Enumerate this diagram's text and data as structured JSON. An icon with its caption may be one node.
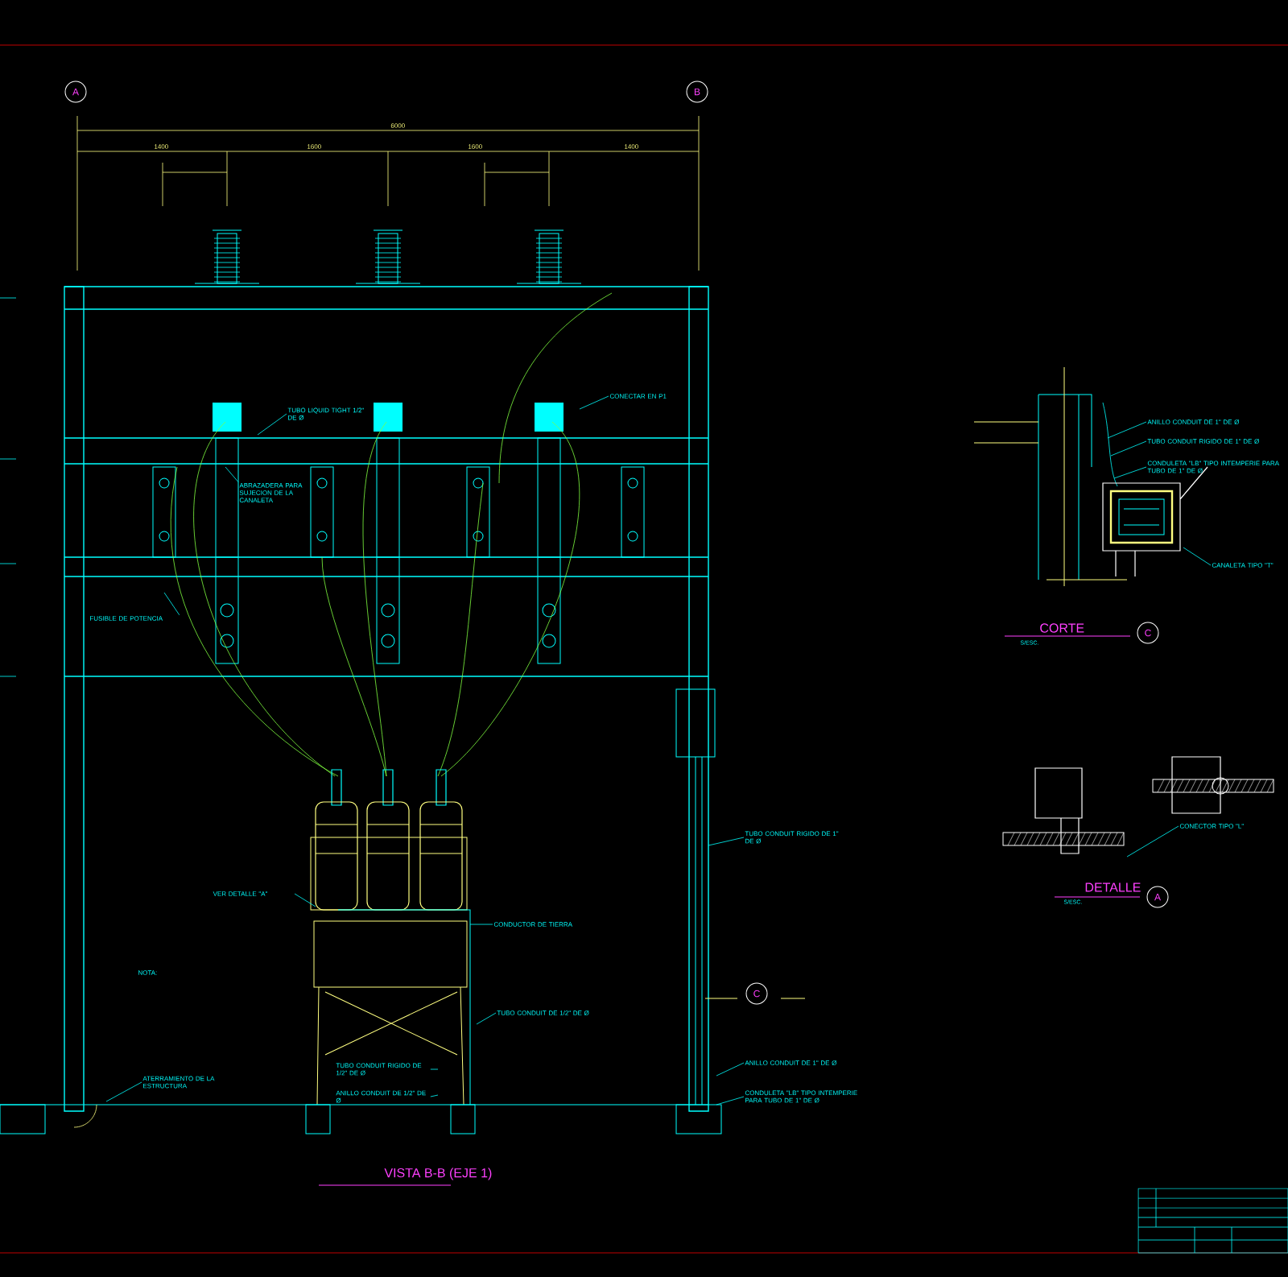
{
  "diagram": {
    "nodes": [
      {
        "text": [
          "A"
        ]
      },
      {
        "text": [
          "B"
        ]
      },
      {
        "text": [
          "TUBO LIQUID TIGHT 1/2\" DE Ø"
        ]
      },
      {
        "text": [
          "ABRAZADERA PARA SUJECION DE LA CANALETA"
        ]
      },
      {
        "text": [
          "CONECTAR EN P1"
        ]
      },
      {
        "text": [
          "FUSIBLE DE POTENCIA"
        ]
      },
      {
        "text": [
          "VER DETALLE \"A\""
        ]
      },
      {
        "text": [
          "CONDUCTOR DE TIERRA"
        ]
      },
      {
        "text": [
          "TUBO CONDUIT DE 1/2\" DE Ø"
        ]
      },
      {
        "text": [
          "ATERRAMIENTO DE LA ESTRUCTURA"
        ]
      },
      {
        "text": [
          "TUBO CONDUIT RIGIDO DE 1/2\" DE Ø"
        ]
      },
      {
        "text": [
          "ANILLO CONDUIT DE 1/2\" DE Ø"
        ]
      },
      {
        "text": [
          "TUBO CONDUIT RIGIDO DE 1\" DE Ø"
        ]
      },
      {
        "text": [
          "ANILLO CONDUIT DE 1\" DE Ø"
        ]
      },
      {
        "text": [
          "CONDULETA \"LB\" TIPO INTEMPERIE PARA TUBO DE 1\" DE Ø"
        ]
      },
      {
        "text": [
          "C"
        ]
      },
      {
        "text": [
          "ANILLO CONDUIT DE 1\" DE Ø"
        ]
      },
      {
        "text": [
          "TUBO CONDUIT RIGIDO DE 1\" DE Ø"
        ]
      },
      {
        "text": [
          "CONDULETA \"LB\" TIPO INTEMPERIE PARA TUBO DE 1\" DE Ø"
        ]
      },
      {
        "text": [
          "CANALETA TIPO \"T\""
        ]
      },
      {
        "text": [
          "C"
        ]
      },
      {
        "text": [
          "CONECTOR TIPO \"L\""
        ]
      },
      {
        "text": [
          "A"
        ]
      }
    ],
    "edges": [
      {
        "from": 2,
        "to": null,
        "arrow": "none"
      },
      {
        "from": 3,
        "to": null,
        "arrow": "none"
      },
      {
        "from": 4,
        "to": null,
        "arrow": "none"
      },
      {
        "from": 5,
        "to": null,
        "arrow": "none"
      },
      {
        "from": 6,
        "to": null,
        "arrow": "none"
      },
      {
        "from": 7,
        "to": null,
        "arrow": "none"
      },
      {
        "from": 8,
        "to": null,
        "arrow": "none"
      },
      {
        "from": 9,
        "to": null,
        "arrow": "none"
      },
      {
        "from": 10,
        "to": null,
        "arrow": "none"
      },
      {
        "from": 11,
        "to": null,
        "arrow": "none"
      },
      {
        "from": 12,
        "to": null,
        "arrow": "none"
      },
      {
        "from": 13,
        "to": null,
        "arrow": "none"
      },
      {
        "from": 14,
        "to": null,
        "arrow": "none"
      },
      {
        "from": 16,
        "to": null,
        "arrow": "none"
      },
      {
        "from": 17,
        "to": null,
        "arrow": "none"
      },
      {
        "from": 18,
        "to": null,
        "arrow": "none"
      },
      {
        "from": 19,
        "to": null,
        "arrow": "none"
      },
      {
        "from": 21,
        "to": null,
        "arrow": "none"
      }
    ],
    "labels": [
      "6000",
      "1400",
      "1600",
      "1600",
      "1400",
      "NOTA:",
      "VISTA B-B (EJE 1)",
      "CORTE",
      "S/ESC.",
      "DETALLE",
      "S/ESC."
    ]
  }
}
